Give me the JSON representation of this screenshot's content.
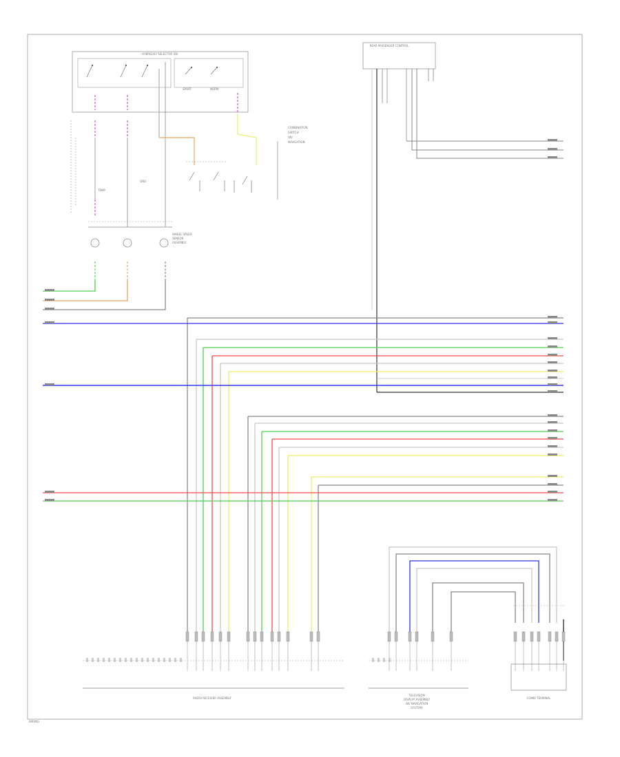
{
  "components": {
    "top_left_unit": {
      "label": "HYBRID/EV SELECTOR SW"
    },
    "top_right_unit": {
      "label": "REAR PASSENGER CONTROL"
    },
    "middle_note": {
      "lines": [
        "COMBINATION",
        "SWITCH",
        "(W/",
        "NAVIGATION"
      ]
    },
    "sensor_block": {
      "label": [
        "WHEEL SPEED",
        "SENSOR",
        "ASSEMBLY"
      ]
    },
    "bottom_left": {
      "label": "RADIO RECEIVER ASSEMBLY"
    },
    "bottom_middle": {
      "label": [
        "TELEVISION",
        "DISPLAY ASSEMBLY",
        "(W/ NAVIGATION",
        "SYSTEM)"
      ]
    },
    "bottom_right": {
      "label": "COMBI TERMINAL"
    }
  },
  "wires": {
    "colors": {
      "green": "#4fd24f",
      "orange": "#e8a860",
      "gray": "#888888",
      "blue": "#3333ee",
      "yellow": "#eded6a",
      "red": "#f04a4a",
      "magenta": "#d64fd6",
      "lightgray": "#c8c8c8",
      "dark": "#333333"
    }
  },
  "footer": {
    "page_ref": "WIRING"
  }
}
